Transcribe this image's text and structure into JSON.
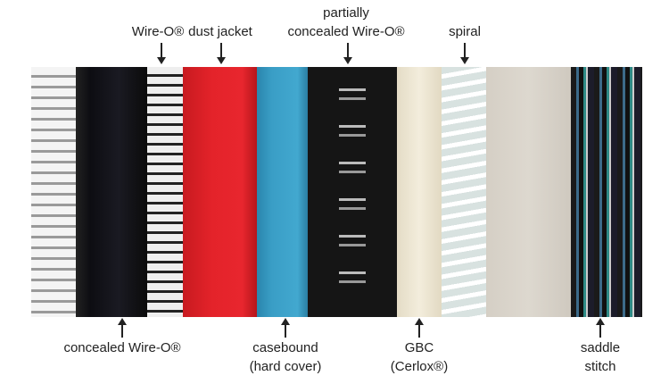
{
  "top_labels": {
    "wire_o": "Wire-O®",
    "dust_jacket": "dust jacket",
    "partially_line1": "partially",
    "partially_line2": "concealed Wire-O®",
    "spiral": "spiral"
  },
  "bottom_labels": {
    "concealed_wire_o": "concealed Wire-O®",
    "casebound_line1": "casebound",
    "casebound_line2": "(hard cover)",
    "gbc_line1": "GBC",
    "gbc_line2": "(Cerlox®)",
    "saddle_line1": "saddle",
    "saddle_line2": "stitch"
  },
  "colors": {
    "red": "#e4232a",
    "teal": "#3a9ec6",
    "black": "#151515",
    "cream": "#efe8d4",
    "beige": "#d9d3c9"
  }
}
